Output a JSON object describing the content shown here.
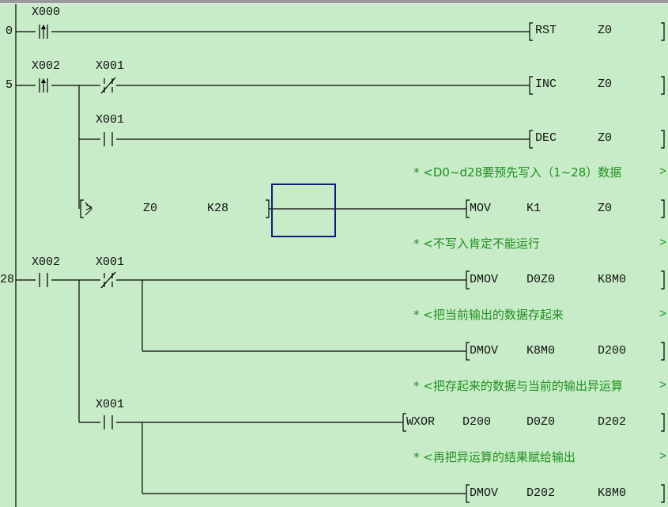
{
  "steps": [
    "0",
    "5",
    "28"
  ],
  "devices": {
    "x000": "X000",
    "x002": "X002",
    "x001": "X001"
  },
  "rungs": {
    "r0": {
      "op": "RST",
      "a": "Z0"
    },
    "r1": {
      "op": "INC",
      "a": "Z0"
    },
    "r2": {
      "op": "DEC",
      "a": "Z0"
    },
    "r3": {
      "cmp": ">",
      "ca": "Z0",
      "cb": "K28",
      "op": "MOV",
      "a": "K1",
      "b": "Z0"
    },
    "r4": {
      "op": "DMOV",
      "a": "D0Z0",
      "b": "K8M0"
    },
    "r5": {
      "op": "DMOV",
      "a": "K8M0",
      "b": "D200"
    },
    "r6": {
      "op": "WXOR",
      "a": "D200",
      "b": "D0Z0",
      "c": "D202"
    },
    "r7": {
      "op": "DMOV",
      "a": "D202",
      "b": "K8M0"
    }
  },
  "comments": [
    "* <D0~d28要预先写入（1~28）数据",
    "* <不写入肯定不能运行",
    "* <把当前输出的数据存起来",
    "* <把存起来的数据与当前的输出异运算",
    "* <再把异运算的结果赋给输出"
  ],
  "comment_end": ">",
  "colors": {
    "background": "#c8ecc8",
    "comment": "#1f8f1f",
    "cursor": "#0c1f78"
  }
}
